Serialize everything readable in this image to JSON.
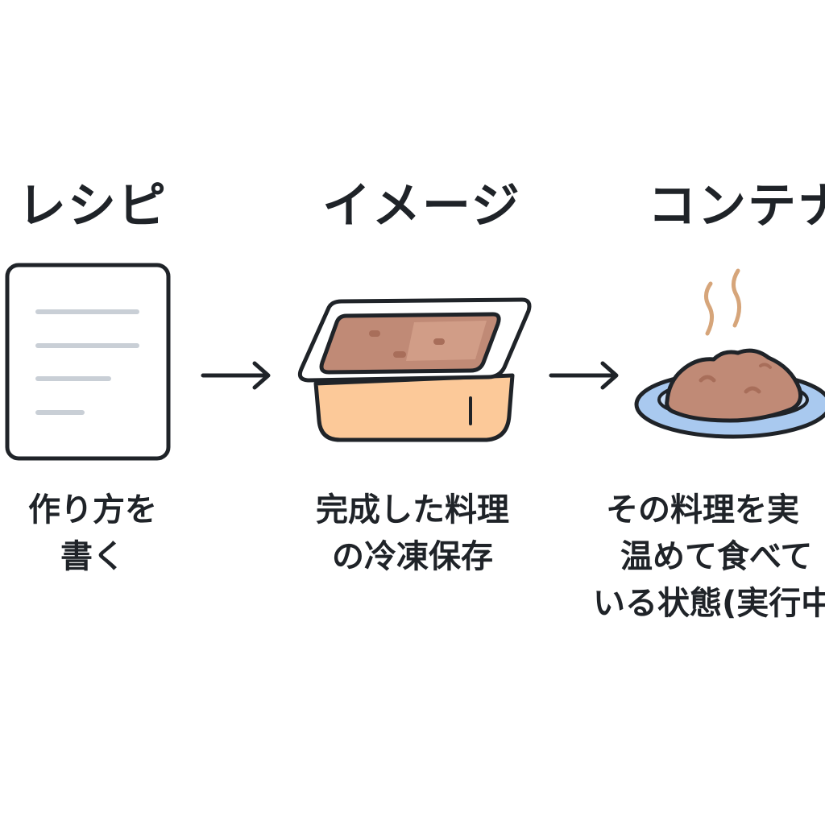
{
  "steps": [
    {
      "title": "レシピ",
      "caption_lines": [
        "作り方を",
        "書く"
      ],
      "icon": "recipe-document-icon"
    },
    {
      "title": "イメージ",
      "caption_lines": [
        "完成した料理",
        "の冷凍保存"
      ],
      "icon": "frozen-meal-container-icon"
    },
    {
      "title": "コンテナ",
      "caption_lines": [
        "その料理を実",
        "温めて食べて",
        "いる状態(実行中"
      ],
      "icon": "hot-meal-plate-icon"
    }
  ],
  "arrows": [
    "arrow-right-icon",
    "arrow-right-icon"
  ],
  "colors": {
    "text": "#1f2328",
    "outline": "#1f2328",
    "doc_lines": "#c9cfd6",
    "tray_body": "#fcc999",
    "tray_rim": "#ffffff",
    "food": "#c08a76",
    "food_light": "#d8a58f",
    "plate": "#a9c9ef",
    "plate_inner": "#c9ddf5",
    "steam": "#d6a57a"
  }
}
